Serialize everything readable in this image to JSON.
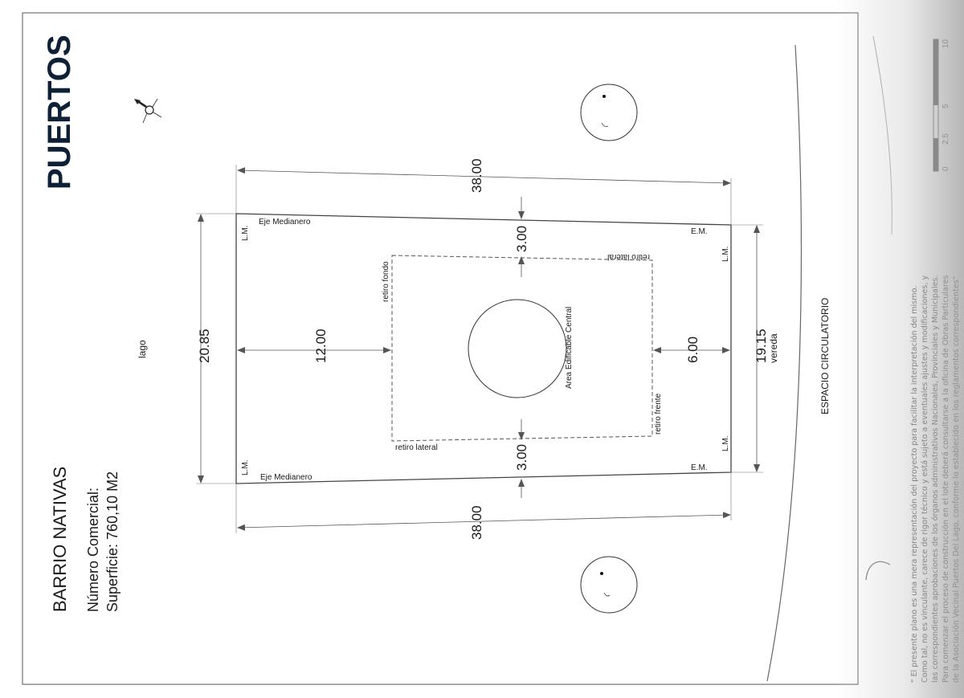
{
  "title": "PUERTOS",
  "barrio": "BARRIO NATIVAS",
  "numero": "Número Comercial:",
  "superficie": "Superficie: 760,10 M2",
  "lago": "lago",
  "espacio": "ESPACIO CIRCULATORIO",
  "vereda": "vereda",
  "area": "Area Edificable Central",
  "dims": {
    "top": "38.00",
    "bottom": "38.00",
    "left": "20.85",
    "right": "19.15",
    "fondo": "12.00",
    "frente": "6.00",
    "lat_top": "3.00",
    "lat_bottom": "3.00"
  },
  "labels": {
    "eje_top": "Eje Medianero",
    "eje_bottom": "Eje Medianero",
    "lm": "L.M.",
    "em": "E.M.",
    "retiro_fondo": "retiro fondo",
    "retiro_lateral": "retiro lateral",
    "retiro_frente": "retiro frente"
  },
  "scale": {
    "ticks": [
      "0",
      "2.5",
      "5",
      "10"
    ]
  },
  "disclaimer": [
    "\" El presente plano es una mera representación del proyecto para facilitar la interpretación del mismo.",
    "Como tal, no es vinculante, carece de rigor técnico y está sujeto a eventuales ajustes y modificaciones, y",
    "las correspondientes aprobaciones de los órganos administrativos Nacionales, Provinciales y Municipales.",
    "Para comenzar el proceso de construcción en el lote deberá consultarse a la oficina de Obras Particulares",
    "de la Asociación Vecinal Puertos Del Lago, conforme lo establecido en los reglamentos correspondientes\""
  ]
}
